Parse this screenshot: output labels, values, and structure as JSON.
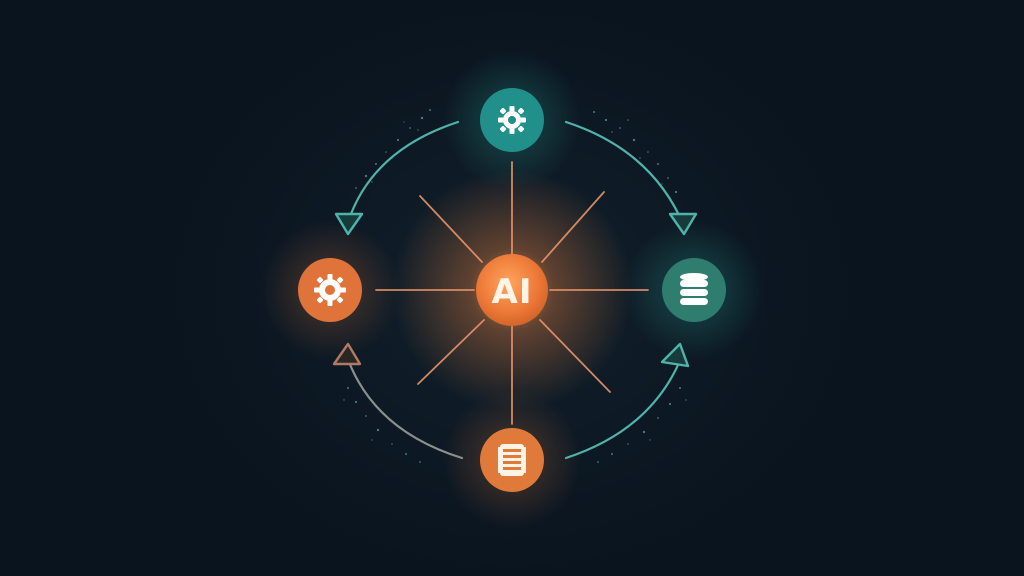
{
  "hub": {
    "label": "AI",
    "color": "#ea7a3d",
    "glow": "#ff9a4a"
  },
  "nodes": [
    {
      "id": "top",
      "icon": "gear-icon",
      "color": "#21908a"
    },
    {
      "id": "right",
      "icon": "database-icon",
      "color": "#2e7d6f"
    },
    {
      "id": "bottom",
      "icon": "document-stack-icon",
      "color": "#e07a3b"
    },
    {
      "id": "left",
      "icon": "cog-icon",
      "color": "#e0733a"
    }
  ],
  "colors": {
    "background": "#0b1621",
    "spoke": "#e7946a",
    "cycle_arrow_teal": "#4fb3aa",
    "cycle_arrow_orange": "#c8826a"
  }
}
